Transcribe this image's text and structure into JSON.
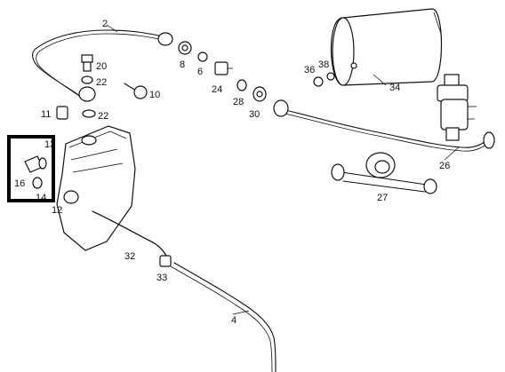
{
  "diagram": {
    "callouts": [
      "2",
      "4",
      "6",
      "8",
      "10",
      "11",
      "12",
      "13",
      "14",
      "16",
      "20",
      "22",
      "22",
      "24",
      "26",
      "27",
      "28",
      "30",
      "32",
      "33",
      "34",
      "36",
      "38"
    ],
    "highlight_box": {
      "color": "#000000"
    }
  }
}
